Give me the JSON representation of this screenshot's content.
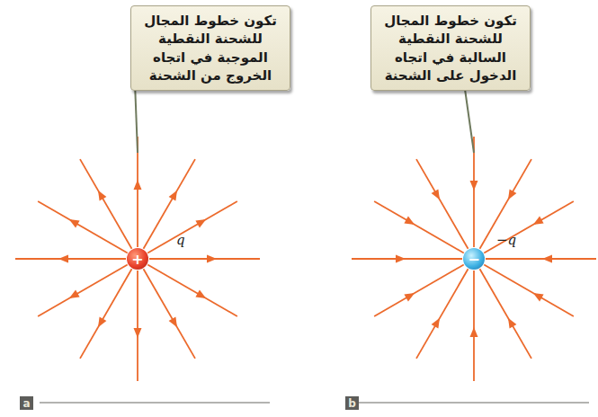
{
  "diagram": {
    "nodes": [
      {
        "text": [
          "تكون خطوط المجال للشحنة النقطية الموجبة في اتجاه الخروج من الشحنة"
        ]
      },
      {
        "text": [
          "تكون خطوط المجال للشحنة النقطية السالبة في اتجاه الدخول على الشحنة"
        ]
      },
      {
        "text": [
          "+"
        ]
      },
      {
        "text": [
          "−"
        ]
      },
      {
        "text": [
          "a"
        ]
      },
      {
        "text": [
          "b"
        ]
      }
    ],
    "labels": [
      "q",
      "−q"
    ]
  }
}
